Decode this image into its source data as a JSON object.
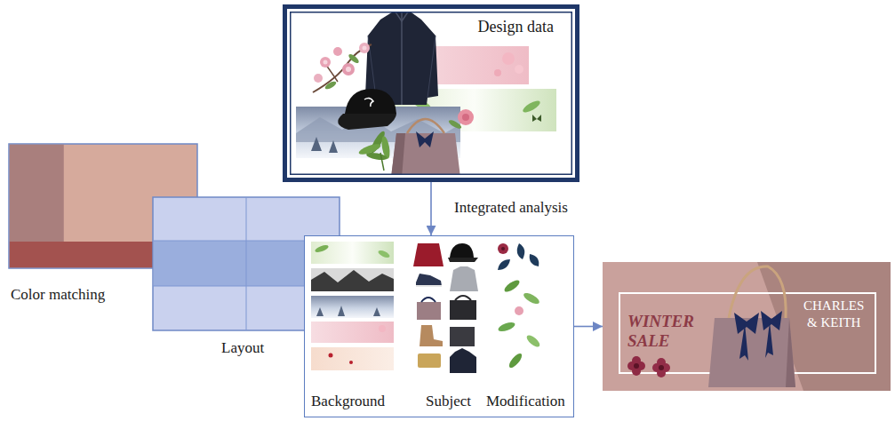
{
  "diagram": {
    "nodes": [
      {
        "text": [
          "Design data"
        ]
      },
      {
        "text": [
          "Color matching"
        ]
      },
      {
        "text": [
          "Layout"
        ]
      },
      {
        "text": [
          "Background",
          "Subject",
          "Modification"
        ]
      },
      {
        "text": [
          "WINTER SALE",
          "CHARLES & KEITH"
        ]
      }
    ],
    "edges": [
      {
        "from": 0,
        "to": 3,
        "arrow": "to",
        "label": "Integrated analysis"
      },
      {
        "from": 3,
        "to": 4,
        "arrow": "to"
      }
    ]
  }
}
